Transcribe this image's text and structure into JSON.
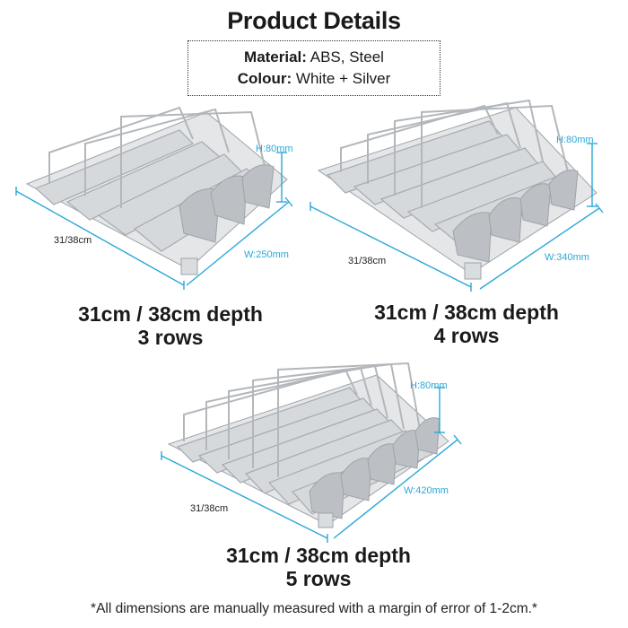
{
  "title": "Product Details",
  "specs": {
    "material_label": "Material:",
    "material_value": "ABS, Steel",
    "colour_label": "Colour:",
    "colour_value": "White + Silver"
  },
  "products": [
    {
      "height": "H:80mm",
      "width": "W:250mm",
      "depth": "31/38cm",
      "caption_line1": "31cm / 38cm depth",
      "caption_line2": "3 rows"
    },
    {
      "height": "H:80mm",
      "width": "W:340mm",
      "depth": "31/38cm",
      "caption_line1": "31cm / 38cm depth",
      "caption_line2": "4 rows"
    },
    {
      "height": "H:80mm",
      "width": "W:420mm",
      "depth": "31/38cm",
      "caption_line1": "31cm / 38cm depth",
      "caption_line2": "5 rows"
    }
  ],
  "footnote": "*All dimensions are manually measured with a margin of error of 1-2cm.*",
  "colors": {
    "dimension": "#2ba8d8",
    "tray": "#c9ccd0",
    "text": "#1a1a1a"
  }
}
